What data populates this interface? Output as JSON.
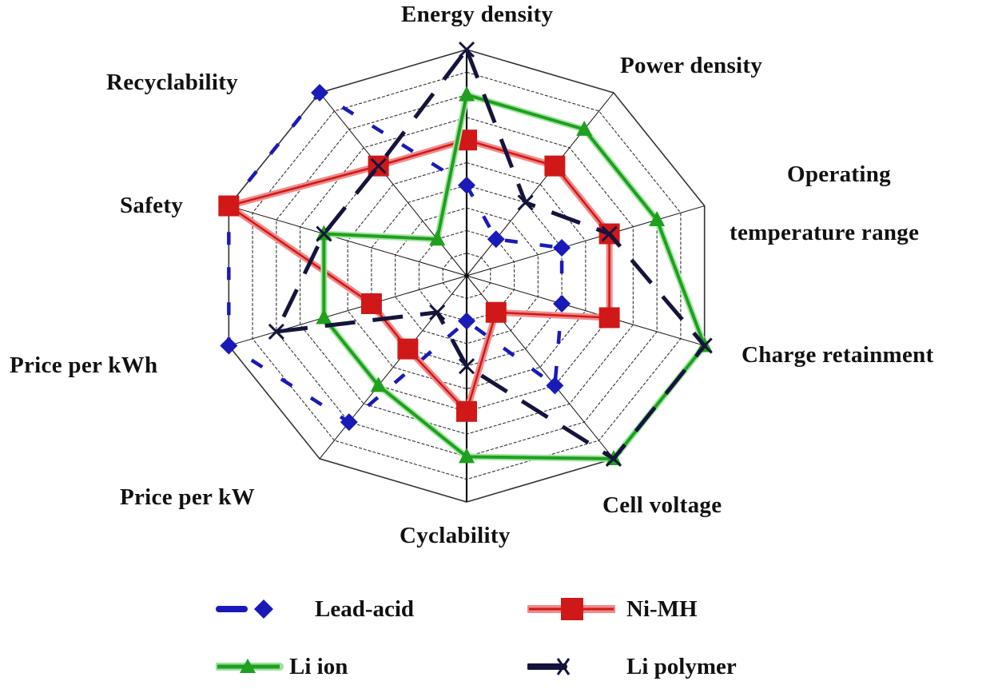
{
  "chart_data": {
    "type": "radar",
    "title": "",
    "axes": [
      "Energy density",
      "Power density",
      "Operating temperature range",
      "Charge retainment",
      "Cell voltage",
      "Cyclability",
      "Price per kW",
      "Price per kWh",
      "Safety",
      "Recyclability"
    ],
    "scale": {
      "min": 0,
      "max": 10,
      "rings": 10
    },
    "grid": true,
    "legend_position": "bottom",
    "series": [
      {
        "name": "Lead-acid",
        "color": "#1a1ab8",
        "marker": "diamond",
        "line": "dashed",
        "values": [
          4,
          2,
          4,
          4,
          6,
          2,
          8,
          10,
          10,
          10
        ]
      },
      {
        "name": "Ni-MH",
        "color": "#d01818",
        "marker": "square",
        "line": "double",
        "values": [
          6,
          6,
          6,
          6,
          2,
          6,
          4,
          4,
          10,
          6
        ]
      },
      {
        "name": "Li ion",
        "color": "#1fa01f",
        "marker": "triangle",
        "line": "solid",
        "values": [
          8,
          8,
          8,
          10,
          10,
          8,
          6,
          6,
          6,
          2
        ]
      },
      {
        "name": "Li polymer",
        "color": "#14143c",
        "marker": "x",
        "line": "dashed-heavy",
        "values": [
          10,
          4,
          6,
          10,
          10,
          4,
          2,
          8,
          6,
          6
        ]
      }
    ]
  },
  "labels": {
    "energy_density": "Energy density",
    "power_density": "Power density",
    "operating_line1": "Operating",
    "operating_line2": "temperature range",
    "charge_retainment": "Charge retainment",
    "cell_voltage": "Cell voltage",
    "cyclability": "Cyclability",
    "price_per_kw": "Price per kW",
    "price_per_kwh": "Price per kWh",
    "safety": "Safety",
    "recyclability": "Recyclability"
  },
  "legend": {
    "items": [
      {
        "label": "Lead-acid"
      },
      {
        "label": "Ni-MH"
      },
      {
        "label": "Li ion"
      },
      {
        "label": "Li polymer"
      }
    ]
  }
}
